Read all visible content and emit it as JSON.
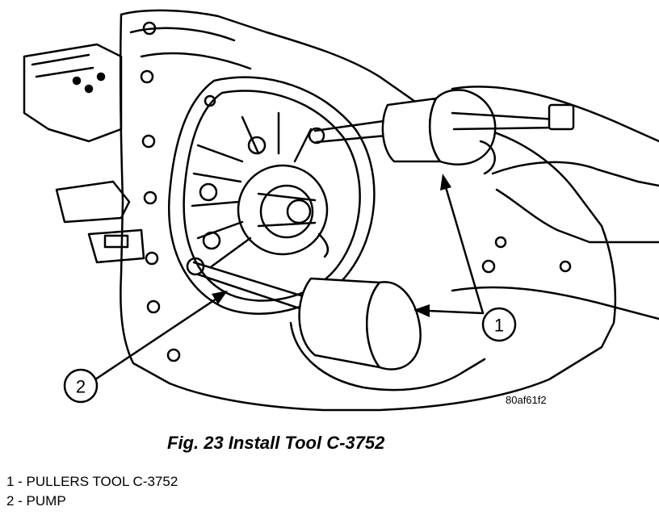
{
  "figure": {
    "id": "80af61f2",
    "caption": "Fig. 23 Install Tool C-3752"
  },
  "callouts": [
    {
      "number": "1"
    },
    {
      "number": "2"
    }
  ],
  "legend": {
    "items": [
      {
        "label": "1 - PULLERS TOOL C-3752"
      },
      {
        "label": "2 - PUMP"
      }
    ]
  }
}
